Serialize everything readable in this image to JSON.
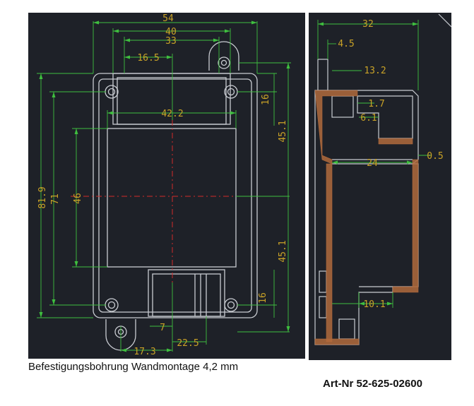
{
  "colors": {
    "background": "#1e2128",
    "outline": "#c9ccd2",
    "dimension_line": "#3fbf3f",
    "dimension_text": "#c9a227",
    "center_line": "#d12a2a",
    "hatch": "#b06a3c"
  },
  "front_view": {
    "dimensions": {
      "top_54": "54",
      "top_40": "40",
      "top_33": "33",
      "top_16_5": "16.5",
      "mid_42_2": "42.2",
      "right_16_top": "16",
      "right_45_1_top": "45.1",
      "right_45_1_bottom": "45.1",
      "right_16_bottom": "16",
      "left_81_9": "81.9",
      "left_71": "71",
      "left_46": "46",
      "bottom_7": "7",
      "bottom_22_5": "22.5",
      "bottom_17_3": "17.3"
    }
  },
  "side_view": {
    "dimensions": {
      "top_32": "32",
      "d_4_5": "4.5",
      "d_13_2": "13.2",
      "d_1_7": "1.7",
      "d_6_1": "6.1",
      "d_0_5": "0.5",
      "d_24": "24",
      "d_10_1": "10.1"
    }
  },
  "caption": "Befestigungsbohrung Wandmontage 4,2 mm",
  "article_number": "Art-Nr 52-625-02600"
}
